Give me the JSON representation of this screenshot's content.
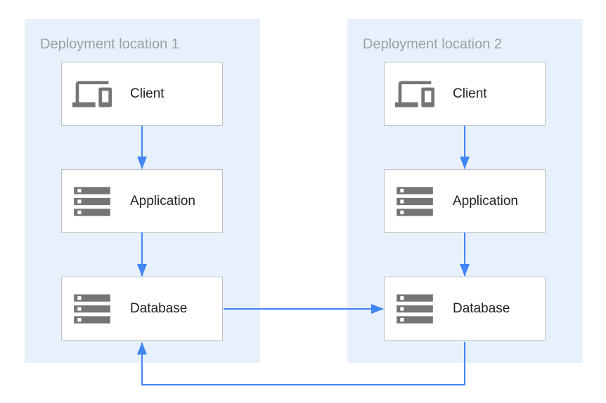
{
  "diagram": {
    "type": "architecture-flow-diagram",
    "background_color": "#ffffff",
    "panel_fill_color": "#e8f1fb",
    "arrow_color": "#4285f4",
    "box_border_color": "#bdc1c6",
    "icon_color": "#757575",
    "title_color": "#9aa0a6",
    "label_color": "#212121"
  },
  "panels": [
    {
      "title": "Deployment location 1",
      "nodes": [
        {
          "label": "Client",
          "icon": "devices-icon"
        },
        {
          "label": "Application",
          "icon": "storage-icon"
        },
        {
          "label": "Database",
          "icon": "storage-icon"
        }
      ]
    },
    {
      "title": "Deployment location 2",
      "nodes": [
        {
          "label": "Client",
          "icon": "devices-icon"
        },
        {
          "label": "Application",
          "icon": "storage-icon"
        },
        {
          "label": "Database",
          "icon": "storage-icon"
        }
      ]
    }
  ],
  "edges": [
    {
      "from": "location-1-client",
      "to": "location-1-application",
      "direction": "down"
    },
    {
      "from": "location-1-application",
      "to": "location-1-database",
      "direction": "down"
    },
    {
      "from": "location-2-client",
      "to": "location-2-application",
      "direction": "down"
    },
    {
      "from": "location-2-application",
      "to": "location-2-database",
      "direction": "down"
    },
    {
      "from": "location-1-database",
      "to": "location-2-database",
      "direction": "right"
    },
    {
      "from": "location-2-database",
      "to": "location-1-database",
      "direction": "loop-under-bottom"
    }
  ]
}
